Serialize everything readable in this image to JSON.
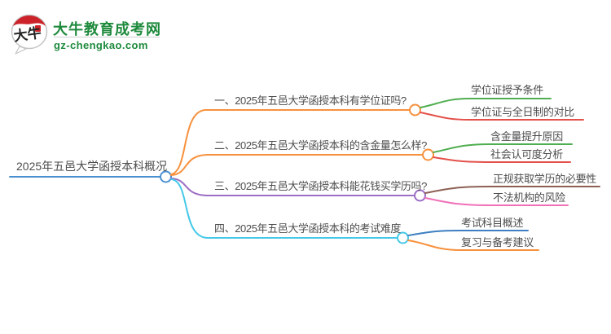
{
  "logo": {
    "icon_text": "大牛",
    "title": "大牛教育成考网",
    "domain": "gz-chengkao.com"
  },
  "palette": {
    "central_blue": "#4a8fd0",
    "orange": "#f7913d",
    "green": "#4fae50",
    "red": "#e4504a",
    "purple": "#9c6ec4",
    "cyan": "#45c8e8",
    "sub_blue": "#3d7fc1",
    "brown": "#8d6054",
    "pink": "#f070b8",
    "logo_green": "#1e8a3c",
    "text_gray": "#4d4d4d"
  },
  "mindmap": {
    "central": {
      "label": "2025年五邑大学函授本科概况",
      "color": "#4a8fd0"
    },
    "branches": [
      {
        "label": "一、2025年五邑大学函授本科有学位证吗?",
        "color": "#f7913d",
        "children": [
          {
            "label": "学位证授予条件",
            "color": "#4fae50"
          },
          {
            "label": "学位证与全日制的对比",
            "color": "#e4504a"
          }
        ]
      },
      {
        "label": "二、2025年五邑大学函授本科的含金量怎么样?",
        "color": "#f7913d",
        "children": [
          {
            "label": "含金量提升原因",
            "color": "#4fae50"
          },
          {
            "label": "社会认可度分析",
            "color": "#e4504a"
          }
        ]
      },
      {
        "label": "三、2025年五邑大学函授本科能花钱买学历吗?",
        "color": "#9c6ec4",
        "children": [
          {
            "label": "正规获取学历的必要性",
            "color": "#8d6054"
          },
          {
            "label": "不法机构的风险",
            "color": "#f070b8"
          }
        ]
      },
      {
        "label": "四、2025年五邑大学函授本科的考试难度",
        "color": "#45c8e8",
        "children": [
          {
            "label": "考试科目概述",
            "color": "#3d7fc1"
          },
          {
            "label": "复习与备考建议",
            "color": "#f7913d"
          }
        ]
      }
    ]
  }
}
